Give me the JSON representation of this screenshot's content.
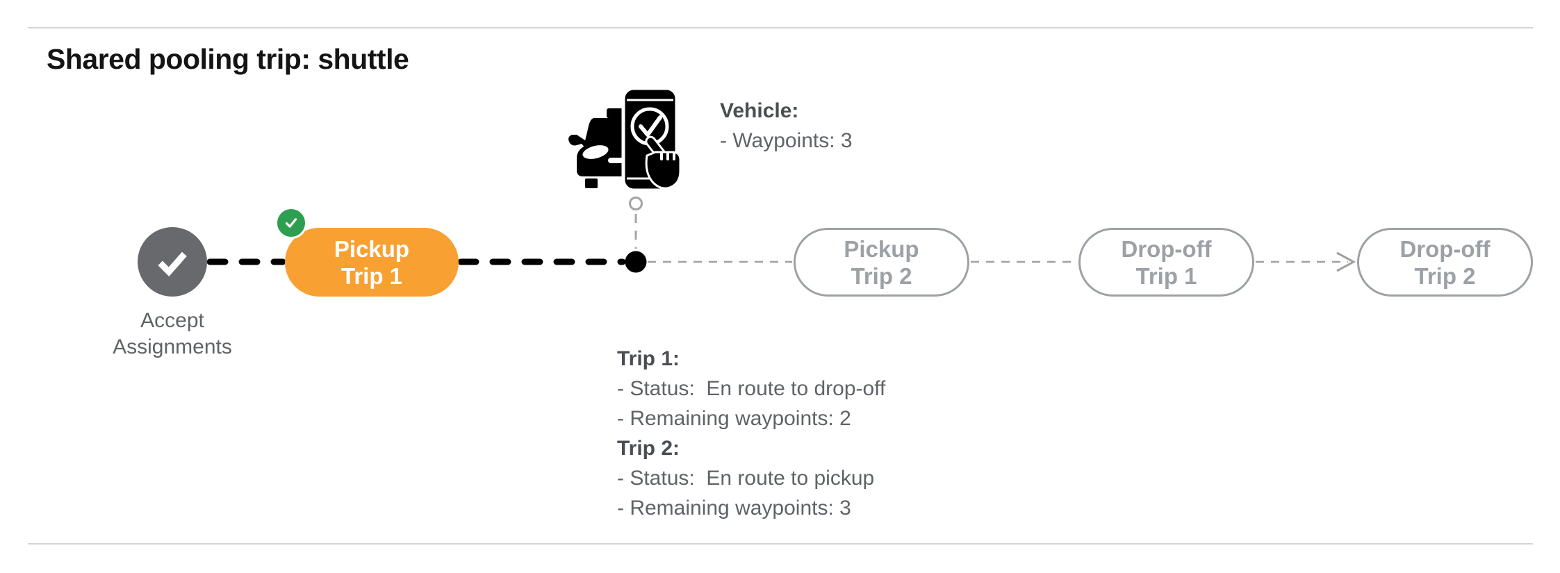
{
  "header": {
    "title": "Shared pooling trip: shuttle"
  },
  "vehicle": {
    "icon": "vehicle-phone-check-icon",
    "title": "Vehicle:",
    "waypoints_line": "- Waypoints: 3"
  },
  "timeline": {
    "start_node": {
      "icon": "check-icon",
      "label_line1": "Accept",
      "label_line2": "Assignments"
    },
    "steps": [
      {
        "line1": "Pickup",
        "line2": "Trip 1",
        "state": "completed-active",
        "badge": "green-check"
      },
      {
        "line1": "Pickup",
        "line2": "Trip 2",
        "state": "pending"
      },
      {
        "line1": "Drop-off",
        "line2": "Trip 1",
        "state": "pending"
      },
      {
        "line1": "Drop-off",
        "line2": "Trip 2",
        "state": "pending"
      }
    ],
    "vehicle_position": "between Pickup Trip 1 and Pickup Trip 2"
  },
  "trip_details": {
    "trips": [
      {
        "title": "Trip 1:",
        "status_line": "- Status:  En route to drop-off",
        "waypoints_line": "- Remaining waypoints: 2"
      },
      {
        "title": "Trip 2:",
        "status_line": "- Status:  En route to pickup",
        "waypoints_line": "- Remaining waypoints: 3"
      }
    ]
  },
  "colors": {
    "accent_orange": "#f8a132",
    "badge_green": "#2e9e50",
    "pending_gray": "#9ca1a6",
    "node_gray": "#67696c",
    "text_gray": "#5f6368",
    "divider_gray": "#d4d4d4",
    "dash_black": "#000000",
    "dash_gray": "#a0a0a0"
  }
}
